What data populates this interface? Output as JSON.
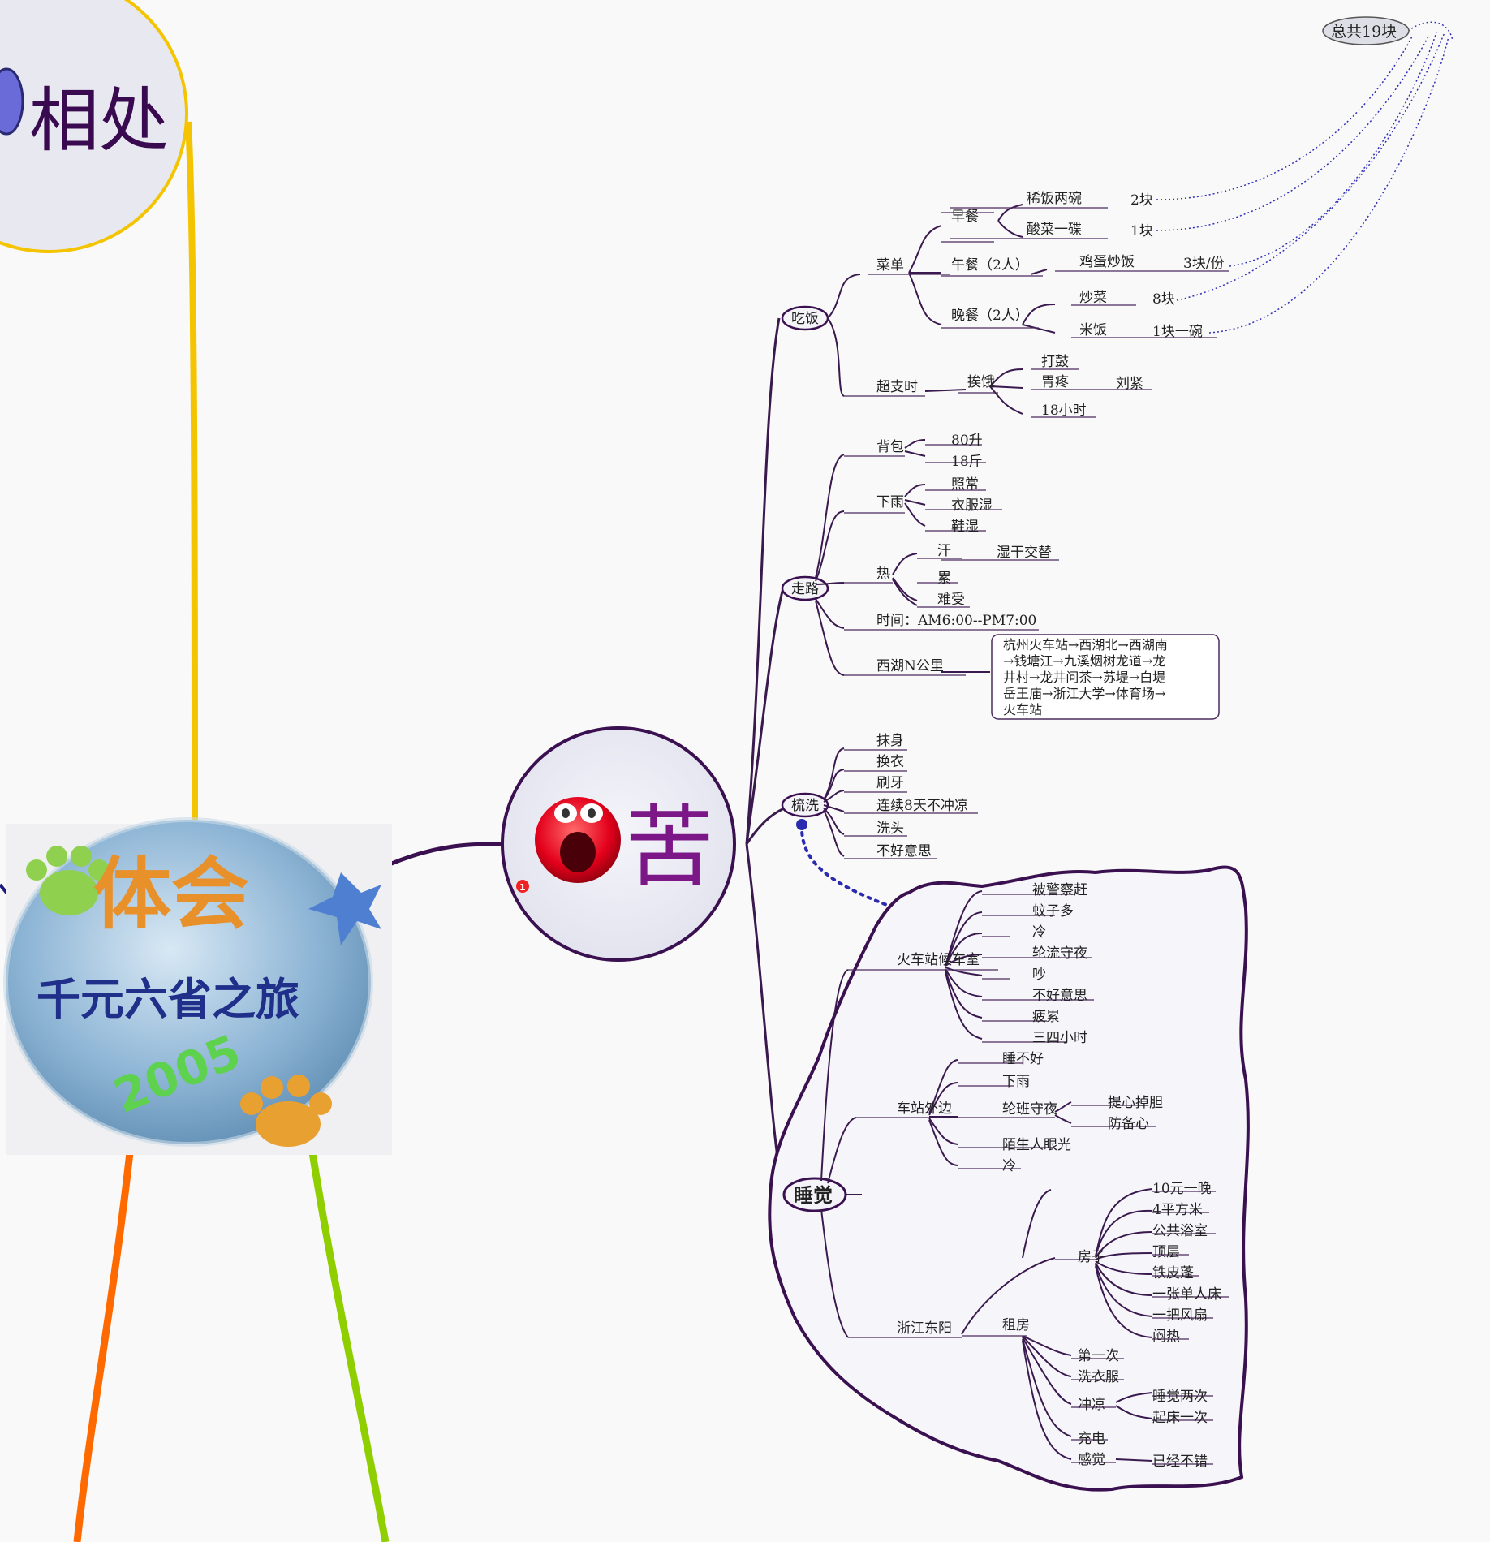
{
  "colors": {
    "purple": "#4a1560",
    "title_text": "#7b1787",
    "yellow": "#f5c400",
    "orange": "#ff6a00",
    "green": "#8fcf00"
  },
  "nodes": {
    "xiangchu": "相处",
    "ku": "苦",
    "badge_count": "1",
    "total": "总共19块",
    "logo": {
      "line1": "体会",
      "line2": "千元六省之旅",
      "year": "2005"
    }
  },
  "branches": {
    "chifan": {
      "label": "吃饭",
      "caidan": "菜单",
      "zaocan": "早餐",
      "xifan": "稀饭两碗",
      "xifan_price": "2块",
      "suancai": "酸菜一碟",
      "suancai_price": "1块",
      "wucan": "午餐（2人）",
      "jidan": "鸡蛋炒饭",
      "jidan_price": "3块/份",
      "wancan": "晚餐（2人）",
      "chaocai": "炒菜",
      "chaocai_price": "8块",
      "mifan": "米饭",
      "mifan_price": "1块一碗",
      "chaozhi": "超支时",
      "aie": "挨饿",
      "dagu": "打鼓",
      "weiteng": "胃疼",
      "liujin": "刘紧",
      "hours18": "18小时"
    },
    "zoulu": {
      "label": "走路",
      "beibao": "背包",
      "sheng80": "80升",
      "jin18": "18斤",
      "xiayu": "下雨",
      "zhaochang": "照常",
      "yifushi": "衣服湿",
      "xieshi": "鞋湿",
      "re": "热",
      "han": "汗",
      "shigan": "湿干交替",
      "lei": "累",
      "nanshou": "难受",
      "shijian": "时间：AM6:00--PM7:00",
      "xihu": "西湖N公里",
      "route": [
        "杭州火车站→西湖北→西湖南",
        "→钱塘江→九溪烟树龙道→龙",
        "井村→龙井问茶→苏堤→白堤",
        "岳王庙→浙江大学→体育场→",
        "火车站"
      ]
    },
    "shuxi": {
      "label": "梳洗",
      "items": [
        "抹身",
        "换衣",
        "刷牙",
        "连续8天不冲凉",
        "洗头",
        "不好意思"
      ]
    },
    "shuijiao": {
      "label": "睡觉",
      "houche": "火车站候车室",
      "houche_items": [
        "被警察赶",
        "蚊子多",
        "冷",
        "轮流守夜",
        "吵",
        "不好意思",
        "疲累",
        "三四小时"
      ],
      "waibian": "车站外边",
      "shuibuhao": "睡不好",
      "xiayu": "下雨",
      "lunban": "轮班守夜",
      "tixin": "提心掉胆",
      "fangbei": "防备心",
      "mosheng": "陌生人眼光",
      "leng": "冷",
      "dongyang": "浙江东阳",
      "zufang": "租房",
      "fangzi": "房子",
      "fangzi_items": [
        "10元一晚",
        "4平方米",
        "公共浴室",
        "顶层",
        "铁皮蓬",
        "一张单人床",
        "一把风扇",
        "闷热"
      ],
      "diyici": "第一次",
      "xiyifu": "洗衣服",
      "chongliang": "冲凉",
      "shui2": "睡觉两次",
      "qi1": "起床一次",
      "chongdian": "充电",
      "ganjue": "感觉",
      "yijing": "已经不错"
    }
  }
}
